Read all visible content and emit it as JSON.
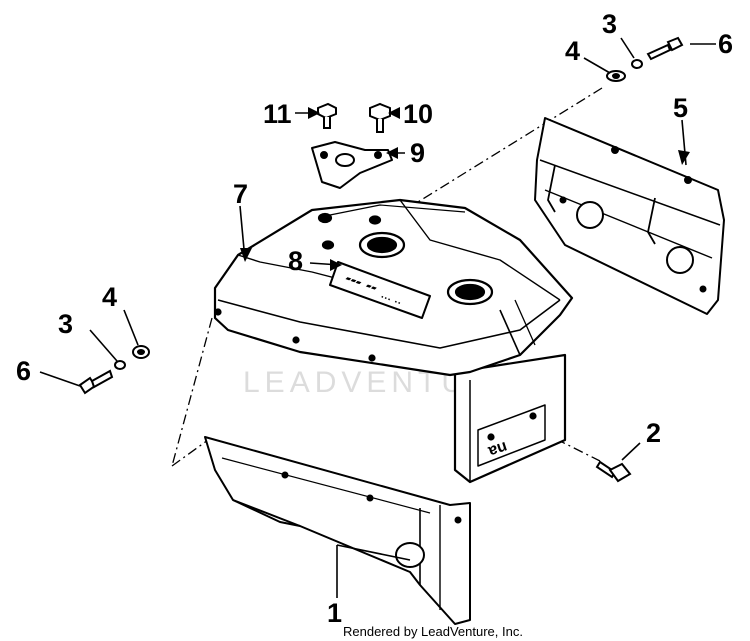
{
  "diagram": {
    "callouts": {
      "c1": "1",
      "c2": "2",
      "c3a": "3",
      "c3b": "3",
      "c4a": "4",
      "c4b": "4",
      "c5": "5",
      "c6a": "6",
      "c6b": "6",
      "c7": "7",
      "c8": "8",
      "c9": "9",
      "c10": "10",
      "c11": "11"
    },
    "watermark": "LEADVENTURE",
    "credit": "Rendered by LeadVenture, Inc."
  }
}
